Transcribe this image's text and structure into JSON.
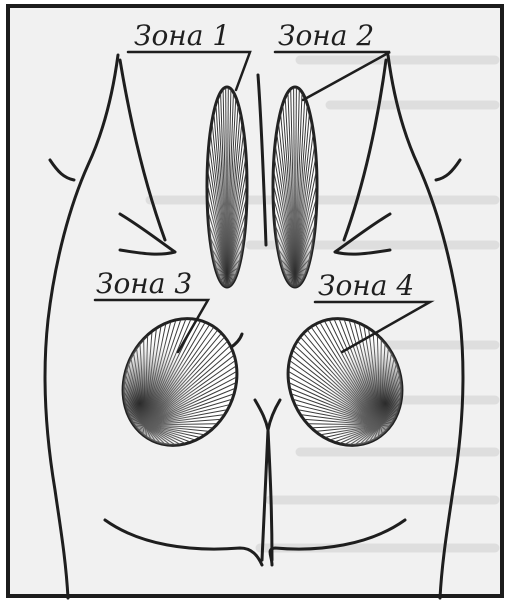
{
  "zones": [
    {
      "id": "zone-1",
      "label": "Зона 1"
    },
    {
      "id": "zone-2",
      "label": "Зона 2"
    },
    {
      "id": "zone-3",
      "label": "Зона 3"
    },
    {
      "id": "zone-4",
      "label": "Зона 4"
    }
  ],
  "colors": {
    "paper": "#efefef",
    "frame": "#202020",
    "ink": "#1f1f1f",
    "shade": "#3a3a3a",
    "background_text": "#b9b9b9"
  }
}
